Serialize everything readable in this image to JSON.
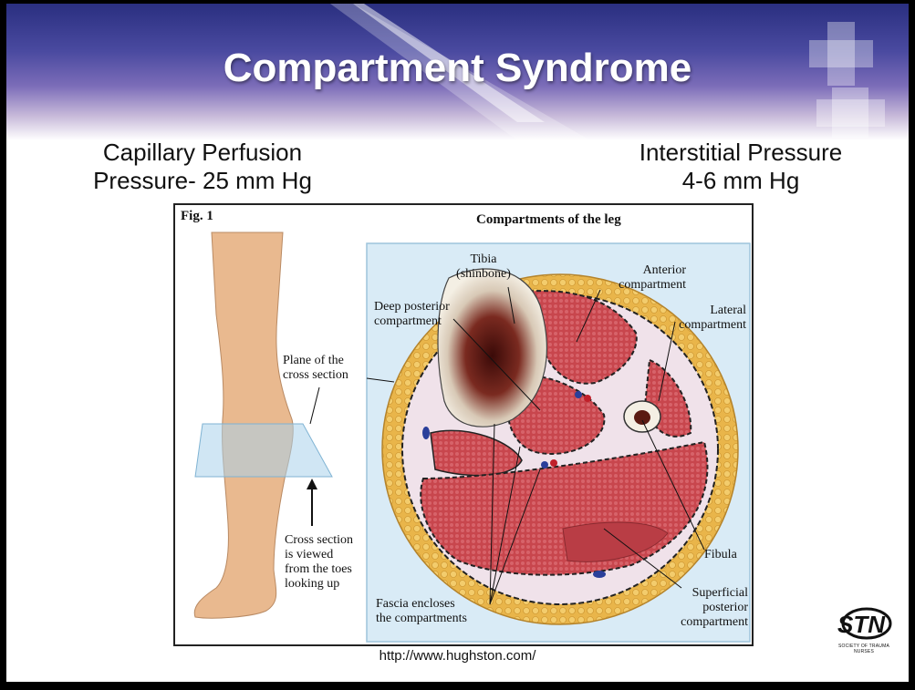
{
  "slide": {
    "title": "Compartment Syndrome",
    "left_heading": [
      "Capillary Perfusion",
      "Pressure- 25 mm Hg"
    ],
    "right_heading": [
      "Interstitial Pressure",
      "4-6 mm Hg"
    ],
    "source_url": "http://www.hughston.com/"
  },
  "figure": {
    "number": "Fig. 1",
    "caption": "Compartments of the leg",
    "labels": {
      "tibia": [
        "Tibia",
        "(shinbone)"
      ],
      "anterior": [
        "Anterior",
        "compartment"
      ],
      "lateral": [
        "Lateral",
        "compartment"
      ],
      "deep_posterior": [
        "Deep posterior",
        "compartment"
      ],
      "plane": [
        "Plane of the",
        "cross section"
      ],
      "cross_section_view": [
        "Cross section",
        "is viewed",
        "from the toes",
        "looking up"
      ],
      "fascia": [
        "Fascia encloses",
        "the compartments"
      ],
      "fibula": [
        "Fibula"
      ],
      "superficial_posterior": [
        "Superficial",
        "posterior",
        "compartment"
      ]
    }
  },
  "logo": {
    "text": "STN",
    "subtext": "SOCIETY OF TRAUMA NURSES"
  },
  "colors": {
    "banner_top": "#2a2f80",
    "muscle": "#c8464d",
    "fat": "#e9b54a",
    "skin": "#e9b98f"
  }
}
